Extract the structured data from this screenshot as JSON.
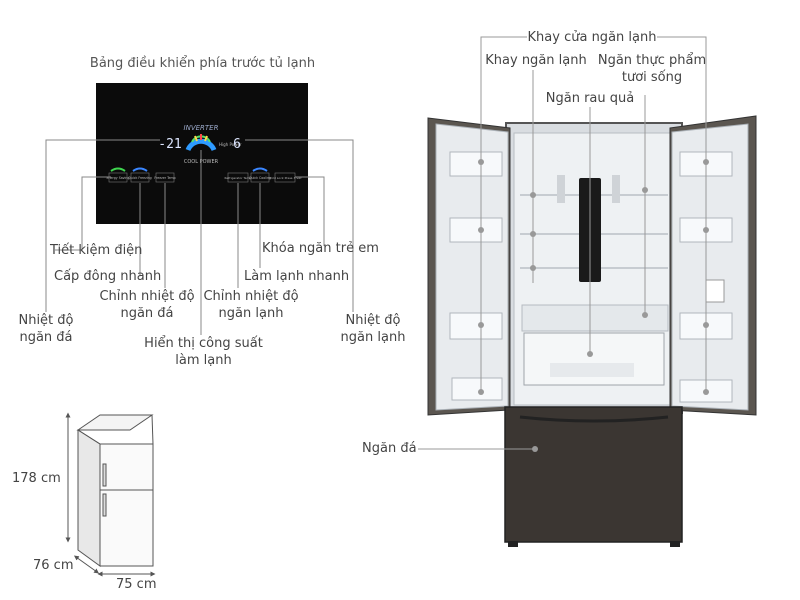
{
  "panel": {
    "title": "Bảng điều khiển phía trước tủ lạnh",
    "brand_text": "INVERTER",
    "cool_power_text": "COOL POWER",
    "freezer_display": "-21",
    "fridge_display": "6",
    "buttons": {
      "energy_saving": "Energy Saving",
      "quick_freezing": "Quick Freezing",
      "freezer_temp": "Freezer Temp",
      "refrigerator_temp": "Refrigerator Temp",
      "quick_cooling": "Quick Cooling",
      "child_lock": "Child Lock Press 3 Sec"
    },
    "high_power": "High Power"
  },
  "labels": {
    "energy_saving": "Tiết kiệm điện",
    "quick_freeze": "Cấp đông nhanh",
    "freezer_temp_adjust": "Chỉnh nhiệt độ\nngăn đá",
    "freezer_temp": "Nhiệt độ\nngăn đá",
    "cooling_power_display": "Hiển thị công suất\nlàm lạnh",
    "fridge_temp_adjust": "Chỉnh nhiệt độ\nngăn lạnh",
    "quick_cooling": "Làm lạnh nhanh",
    "child_lock": "Khóa ngăn trẻ em",
    "fridge_temp": "Nhiệt độ\nngăn lạnh",
    "door_tray": "Khay cửa ngăn lạnh",
    "fridge_tray": "Khay ngăn lạnh",
    "fresh_food": "Ngăn thực phẩm\ntươi sống",
    "vegetable": "Ngăn rau quả",
    "freezer": "Ngăn đá"
  },
  "dimensions": {
    "height": "178 cm",
    "depth": "76 cm",
    "width": "75 cm"
  },
  "colors": {
    "panel_bg": "#0b0b0b",
    "line": "#888888",
    "body_dark": "#3a3530",
    "interior": "#e9ecef"
  }
}
